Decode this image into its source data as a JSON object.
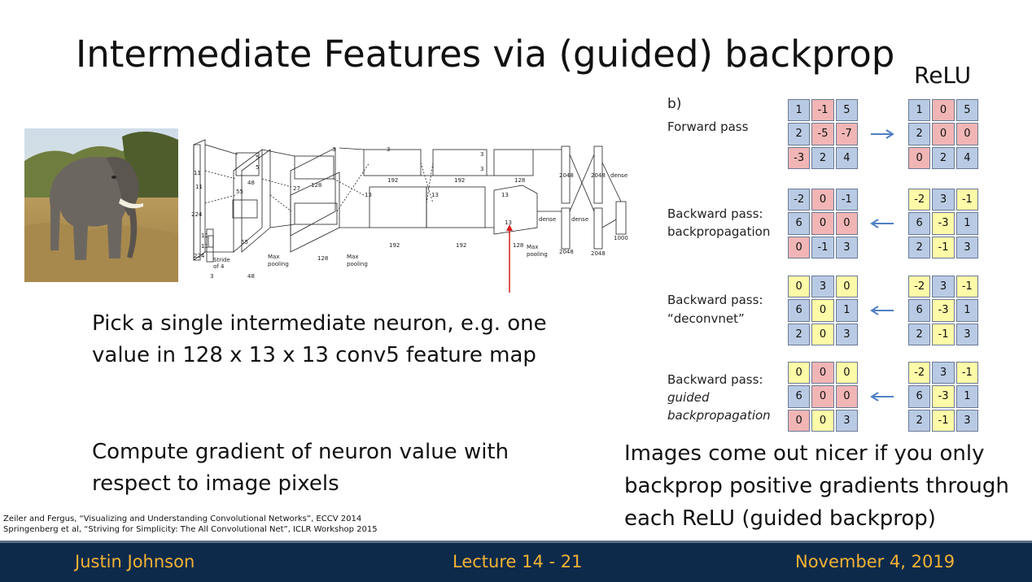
{
  "slide": {
    "title": "Intermediate Features via (guided) backprop",
    "relu_label": "ReLU"
  },
  "figure_b": {
    "panel_letter": "b)",
    "rows": [
      {
        "label_lines": [
          "Forward pass"
        ],
        "left": [
          [
            "1",
            "-1",
            "5"
          ],
          [
            "2",
            "-5",
            "-7"
          ],
          [
            "-3",
            "2",
            "4"
          ]
        ],
        "left_colors": [
          [
            "blue",
            "red",
            "blue"
          ],
          [
            "blue",
            "red",
            "red"
          ],
          [
            "red",
            "blue",
            "blue"
          ]
        ],
        "right": [
          [
            "1",
            "0",
            "5"
          ],
          [
            "2",
            "0",
            "0"
          ],
          [
            "0",
            "2",
            "4"
          ]
        ],
        "right_colors": [
          [
            "blue",
            "red",
            "blue"
          ],
          [
            "blue",
            "red",
            "red"
          ],
          [
            "red",
            "blue",
            "blue"
          ]
        ],
        "arrow": "right"
      },
      {
        "label_lines": [
          "Backward pass:",
          "backpropagation"
        ],
        "left": [
          [
            "-2",
            "0",
            "-1"
          ],
          [
            "6",
            "0",
            "0"
          ],
          [
            "0",
            "-1",
            "3"
          ]
        ],
        "left_colors": [
          [
            "blue",
            "red",
            "blue"
          ],
          [
            "blue",
            "red",
            "red"
          ],
          [
            "red",
            "blue",
            "blue"
          ]
        ],
        "right": [
          [
            "-2",
            "3",
            "-1"
          ],
          [
            "6",
            "-3",
            "1"
          ],
          [
            "2",
            "-1",
            "3"
          ]
        ],
        "right_colors": [
          [
            "yellow",
            "blue",
            "yellow"
          ],
          [
            "blue",
            "yellow",
            "blue"
          ],
          [
            "blue",
            "yellow",
            "blue"
          ]
        ],
        "arrow": "left"
      },
      {
        "label_lines": [
          "Backward pass:",
          "“deconvnet”"
        ],
        "left": [
          [
            "0",
            "3",
            "0"
          ],
          [
            "6",
            "0",
            "1"
          ],
          [
            "2",
            "0",
            "3"
          ]
        ],
        "left_colors": [
          [
            "yellow",
            "blue",
            "yellow"
          ],
          [
            "blue",
            "yellow",
            "blue"
          ],
          [
            "blue",
            "yellow",
            "blue"
          ]
        ],
        "right": [
          [
            "-2",
            "3",
            "-1"
          ],
          [
            "6",
            "-3",
            "1"
          ],
          [
            "2",
            "-1",
            "3"
          ]
        ],
        "right_colors": [
          [
            "yellow",
            "blue",
            "yellow"
          ],
          [
            "blue",
            "yellow",
            "blue"
          ],
          [
            "blue",
            "yellow",
            "blue"
          ]
        ],
        "arrow": "left"
      },
      {
        "label_lines": [
          "Backward pass:",
          "guided",
          "backpropagation"
        ],
        "left": [
          [
            "0",
            "0",
            "0"
          ],
          [
            "6",
            "0",
            "0"
          ],
          [
            "0",
            "0",
            "3"
          ]
        ],
        "left_colors": [
          [
            "yellow",
            "red",
            "yellow"
          ],
          [
            "blue",
            "red",
            "red"
          ],
          [
            "red",
            "yellow",
            "blue"
          ]
        ],
        "right": [
          [
            "-2",
            "3",
            "-1"
          ],
          [
            "6",
            "-3",
            "1"
          ],
          [
            "2",
            "-1",
            "3"
          ]
        ],
        "right_colors": [
          [
            "yellow",
            "blue",
            "yellow"
          ],
          [
            "blue",
            "yellow",
            "blue"
          ],
          [
            "blue",
            "yellow",
            "blue"
          ]
        ],
        "arrow": "left"
      }
    ]
  },
  "architecture": {
    "labels": {
      "k11a": "11",
      "k11b": "11",
      "n224a": "224",
      "n224b": "224",
      "n3": "3",
      "stride": "Stride",
      "of4": "of 4",
      "k5a": "5",
      "k5b": "5",
      "n55a": "55",
      "n55b": "55",
      "n48a": "48",
      "n48b": "48",
      "k27": "27",
      "n128a": "128",
      "n128b": "128",
      "k3a": "3",
      "k3b": "3",
      "k3c": "3",
      "k3d": "3",
      "k13a": "13",
      "k13b": "13",
      "k13c": "13",
      "k13d": "13",
      "n192a": "192",
      "n192b": "192",
      "n192c": "192",
      "n192d": "192",
      "n128c": "128",
      "n128d": "128",
      "maxpool1": "Max",
      "maxpool1b": "pooling",
      "maxpool2": "Max",
      "maxpool2b": "pooling",
      "maxpool3": "Max",
      "maxpool3b": "pooling",
      "dense1": "dense",
      "dense2": "dense",
      "dense3": "dense",
      "n2048a": "2048",
      "n2048b": "2048",
      "n2048c": "2048",
      "n2048d": "2048",
      "n1000": "1000"
    }
  },
  "text": {
    "pick": "Pick a single intermediate neuron, e.g. one value in 128 x 13 x 13 conv5 feature map",
    "compute": "Compute gradient of neuron value with respect to image pixels",
    "nicer": "Images come out nicer if you only backprop positive gradients through each ReLU (guided backprop)"
  },
  "citations": [
    "Zeiler and Fergus, “Visualizing and Understanding Convolutional Networks”, ECCV 2014",
    "Springenberg et al, “Striving for Simplicity: The All Convolutional Net”, ICLR Workshop 2015"
  ],
  "footer": {
    "author": "Justin Johnson",
    "lecture": "Lecture 14 - 21",
    "date": "November 4, 2019"
  },
  "colors": {
    "blue_cell": "#b9cbe4",
    "red_cell": "#f1b5b5",
    "yellow_cell": "#fdfaa8",
    "arrow": "#4f7fc4",
    "footer_bg": "#0d2a4b",
    "footer_text": "#f2b233",
    "neuron_marker": "#d81e1e"
  }
}
